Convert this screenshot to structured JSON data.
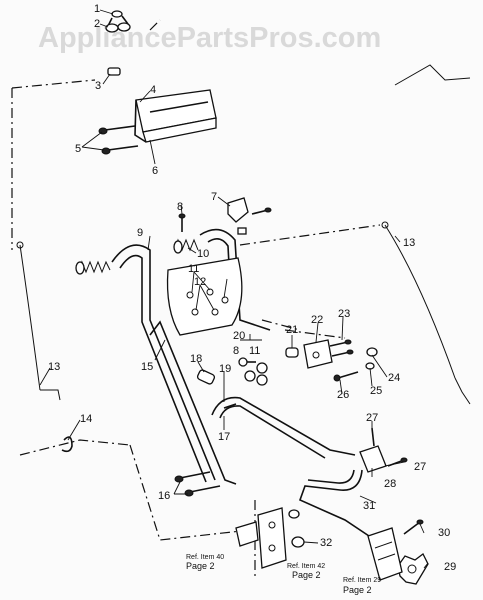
{
  "watermark": "AppliancePartsPros.com",
  "callouts": {
    "c1": "1",
    "c2": "2",
    "c3": "3",
    "c4": "4",
    "c5": "5",
    "c6": "6",
    "c7": "7",
    "c8a": "8",
    "c8b": "8",
    "c9": "9",
    "c10": "10",
    "c11a": "11",
    "c11b": "11",
    "c12": "12",
    "c13a": "13",
    "c13b": "13",
    "c14": "14",
    "c15": "15",
    "c16": "16",
    "c17": "17",
    "c18": "18",
    "c19": "19",
    "c20": "20",
    "c21": "21",
    "c22": "22",
    "c23": "23",
    "c24": "24",
    "c25": "25",
    "c26": "26",
    "c27a": "27",
    "c27b": "27",
    "c28": "28",
    "c29": "29",
    "c30": "30",
    "c31": "31",
    "c32": "32"
  },
  "refs": {
    "ref40_line": "Ref. Item 40",
    "ref40_page": "Page   2",
    "ref42_line": "Ref. Item 42",
    "ref42_page": "Page 2",
    "ref29_line": "Ref. Item 29",
    "ref29_page": "Page  2"
  }
}
